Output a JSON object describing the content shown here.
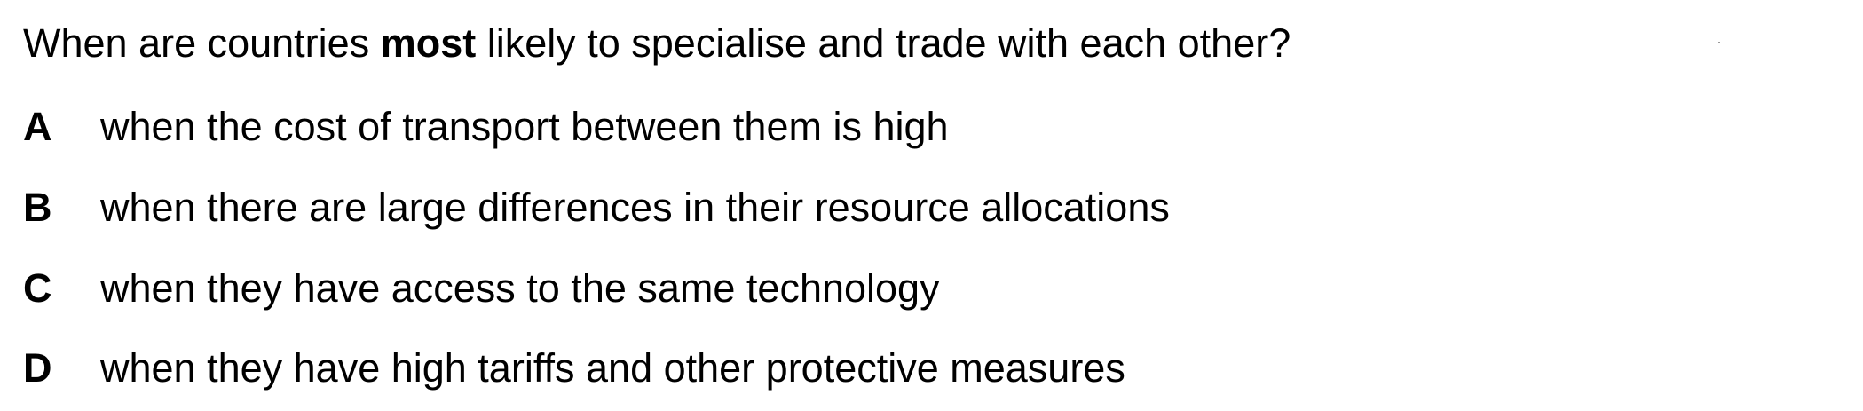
{
  "question": {
    "before": "When are countries ",
    "emphasis": "most",
    "after": " likely to specialise and trade with each other?"
  },
  "options": [
    {
      "letter": "A",
      "text": "when the cost of transport between them is high"
    },
    {
      "letter": "B",
      "text": "when there are large differences in their resource allocations"
    },
    {
      "letter": "C",
      "text": "when they have access to the same technology"
    },
    {
      "letter": "D",
      "text": "when they have high tariffs and other protective measures"
    }
  ]
}
